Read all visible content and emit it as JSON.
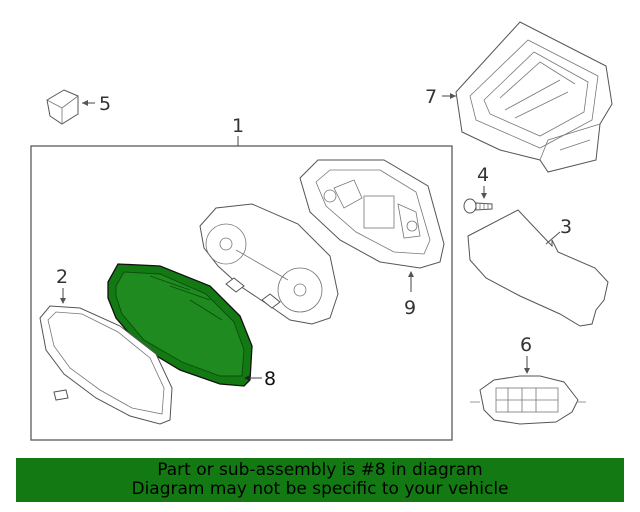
{
  "callouts": {
    "c1": "1",
    "c2": "2",
    "c3": "3",
    "c4": "4",
    "c5": "5",
    "c6": "6",
    "c7": "7",
    "c8": "8",
    "c9": "9"
  },
  "banner": {
    "line1": "Part or sub-assembly is #8 in diagram",
    "line2": "Diagram may not be specific to your vehicle"
  },
  "colors": {
    "highlight": "#137a13",
    "banner_bg": "#137a13"
  }
}
